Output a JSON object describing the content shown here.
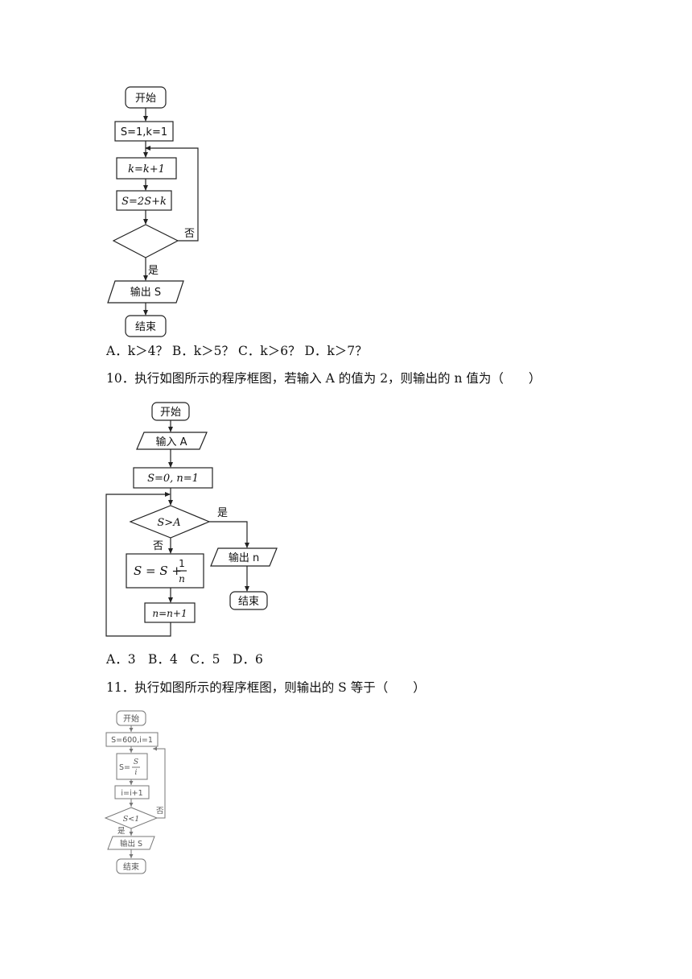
{
  "flowchart_9": {
    "start": "开始",
    "init": "S=1,k=1",
    "step1": "k=k+1",
    "step2": "S=2S+k",
    "no": "否",
    "yes": "是",
    "output": "输出 S",
    "end": "结束"
  },
  "q9_options": "A．k＞4？ B．k＞5？ C．k＞6？ D．k＞7？",
  "q10": {
    "question": "10．执行如图所示的程序框图，若输入 A 的值为 2，则输出的 n 值为（　　）",
    "flow": {
      "start": "开始",
      "input": "输入 A",
      "init": "S=0,  n=1",
      "cond": "S>A",
      "yes": "是",
      "no": "否",
      "assign_left": "S = S +",
      "frac_num": "1",
      "frac_den": "n",
      "inc": "n=n+1",
      "output": "输出 n",
      "end": "结束"
    },
    "options": "A．3　B．4　C．5　D．6"
  },
  "q11": {
    "question": "11．执行如图所示的程序框图，则输出的 S 等于（　　）",
    "flow": {
      "start": "开始",
      "init": "S=600,i=1",
      "assign_left": "S=",
      "frac_num": "S",
      "frac_den": "i",
      "inc": "i=i+1",
      "cond": "S<1",
      "no": "否",
      "yes": "是",
      "output": "输出 S",
      "end": "结束"
    }
  }
}
